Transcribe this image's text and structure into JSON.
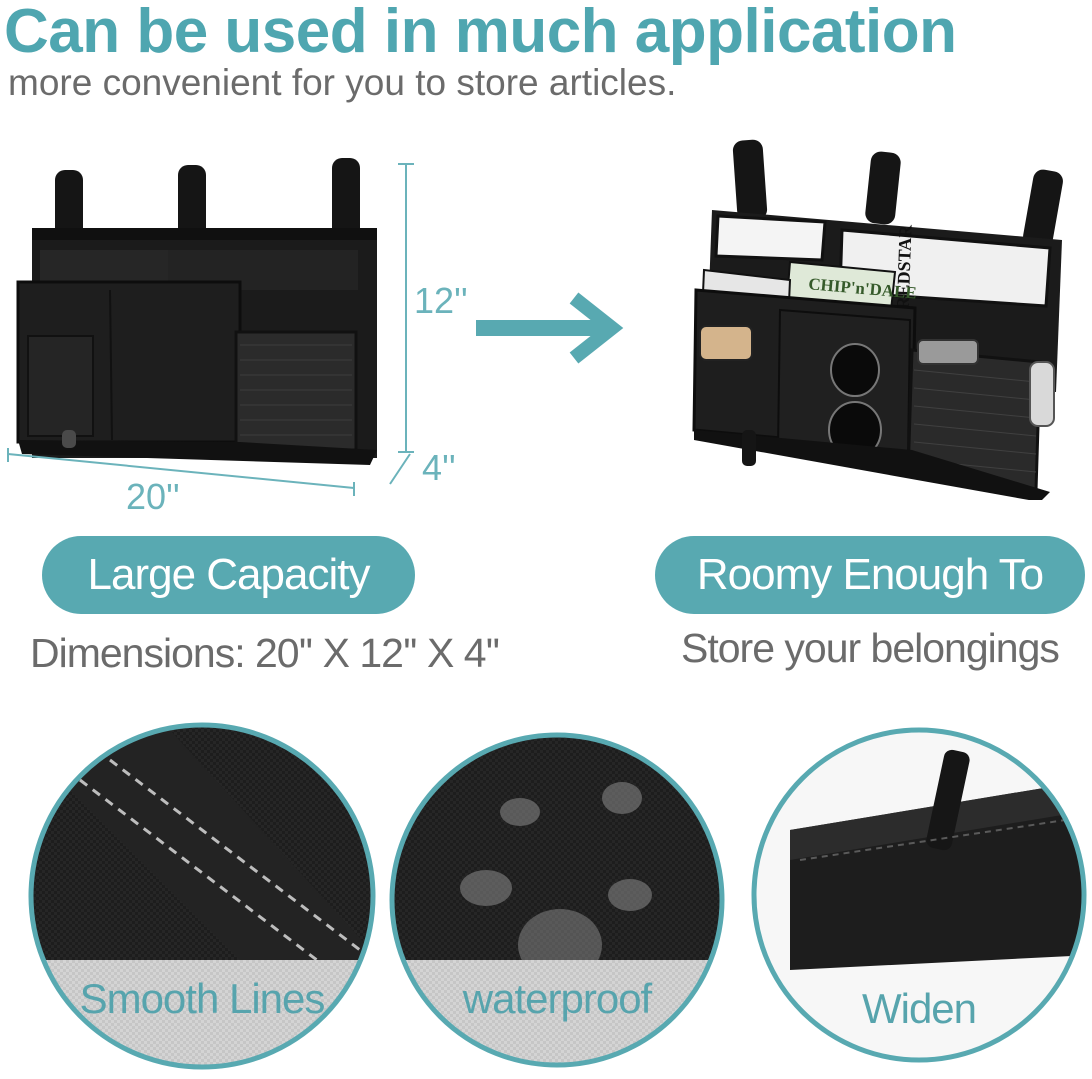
{
  "header": {
    "headline": "Can be used in much application",
    "subhead": "more convenient for you to store articles."
  },
  "dimensions": {
    "width": "20''",
    "height": "12''",
    "depth": "4''"
  },
  "left_panel": {
    "pill": "Large Capacity",
    "caption": "Dimensions: 20'' X 12'' X 4''"
  },
  "right_panel": {
    "pill": "Roomy Enough To",
    "caption": "Store your belongings",
    "product_labels": [
      "REDSTAR",
      "CHIP'n'DALE"
    ]
  },
  "features": [
    {
      "label": "Smooth Lines"
    },
    {
      "label": "waterproof"
    },
    {
      "label": "Widen"
    }
  ],
  "colors": {
    "accent": "#58a9b1",
    "text_gray": "#6b6b6b",
    "fabric": "#1c1c1c",
    "background": "#ffffff"
  },
  "icons": [
    "arrow-right-icon"
  ]
}
